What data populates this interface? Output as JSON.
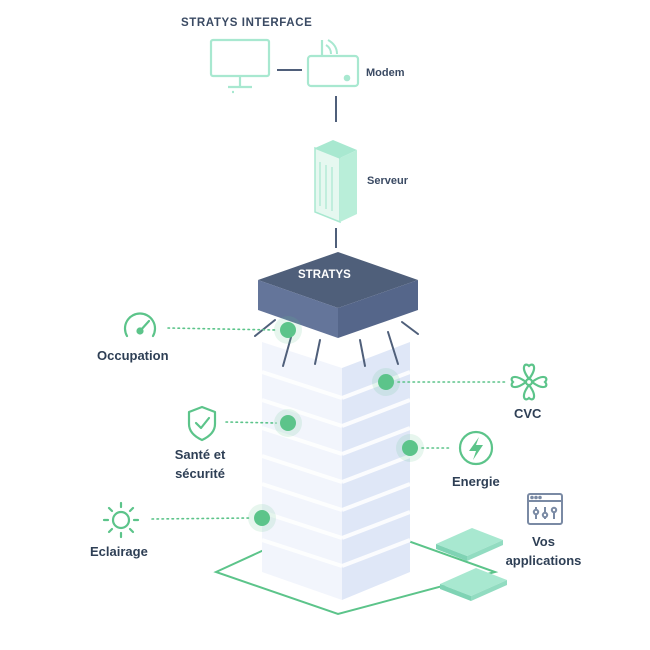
{
  "header": {
    "title": "STRATYS  INTERFACE"
  },
  "network": {
    "modem_label": "Modem",
    "server_label": "Serveur"
  },
  "platform": {
    "label": "STRATYS"
  },
  "features": {
    "occupation": "Occupation",
    "sante_line1": "Santé et",
    "sante_line2": "sécurité",
    "eclairage": "Eclairage",
    "cvc": "CVC",
    "energie": "Energie",
    "apps_line1": "Vos",
    "apps_line2": "applications"
  },
  "icons": {
    "monitor": "monitor-icon",
    "modem": "wifi-router-icon",
    "server": "server-rack-icon",
    "occupation": "gauge-icon",
    "sante": "shield-check-icon",
    "eclairage": "sun-icon",
    "cvc": "fan-icon",
    "energie": "lightning-icon",
    "apps": "app-window-icon"
  },
  "colors": {
    "accent_green": "#5cc48a",
    "mint": "#a8e8d0",
    "dark_navy": "#4f5f7a",
    "text": "#2e3f55",
    "building": "#e8eef9"
  }
}
